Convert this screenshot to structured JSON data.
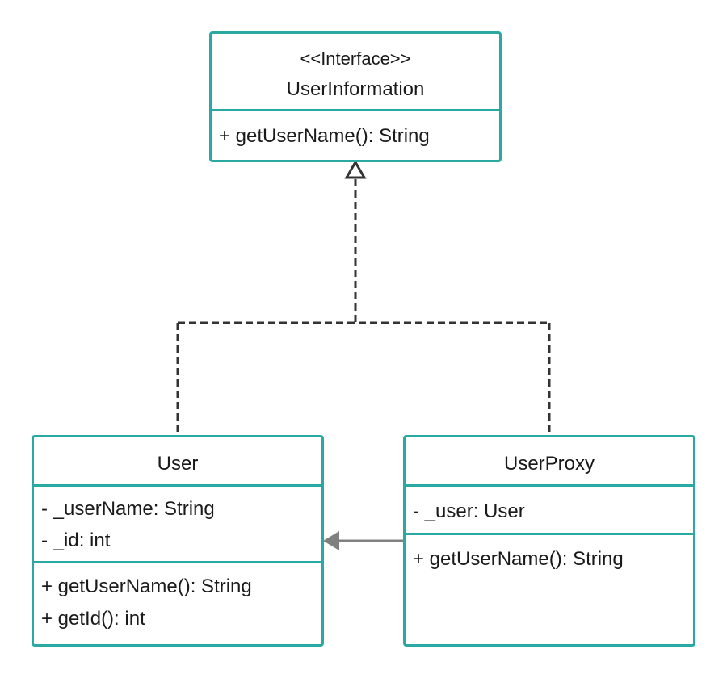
{
  "interface": {
    "stereotype": "<<Interface>>",
    "name": "UserInformation",
    "methods": [
      "+ getUserName(): String"
    ]
  },
  "user": {
    "name": "User",
    "attributes": [
      "- _userName: String",
      "- _id: int"
    ],
    "methods": [
      "+ getUserName(): String",
      "+ getId(): int"
    ]
  },
  "user_proxy": {
    "name": "UserProxy",
    "attributes": [
      "- _user: User"
    ],
    "methods": [
      "+ getUserName(): String"
    ]
  },
  "colors": {
    "border": "#2aa9a3",
    "realization_line": "#333333",
    "association_line": "#808080"
  }
}
